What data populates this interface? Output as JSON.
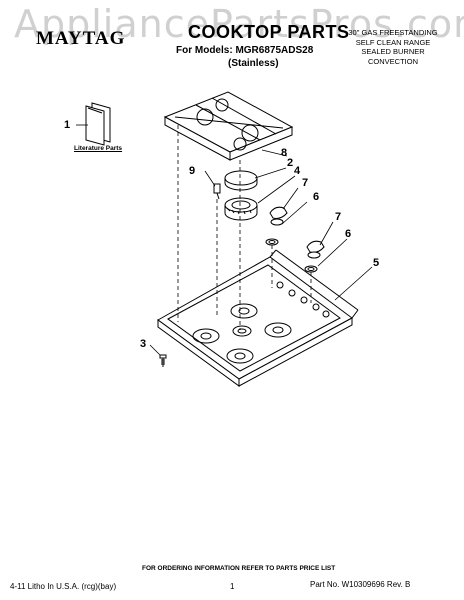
{
  "watermark": "AppliancePartsPros.com",
  "header": {
    "brand": "MAYTAG",
    "title": "COOKTOP PARTS",
    "models": "For Models: MGR6875ADS28",
    "finish": "(Stainless)",
    "description": [
      "30\" GAS FREESTANDING",
      "SELF CLEAN RANGE",
      "SEALED BURNER",
      "CONVECTION"
    ]
  },
  "diagram": {
    "literature_label": "Literature Parts",
    "callouts": [
      "1",
      "2",
      "3",
      "4",
      "5",
      "6",
      "6",
      "7",
      "7",
      "8",
      "9"
    ]
  },
  "footer": {
    "ordering_note": "FOR ORDERING INFORMATION REFER TO PARTS PRICE LIST",
    "litho": "4-11 Litho In U.S.A. (rcg)(bay)",
    "page": "1",
    "part_number": "Part No. W10309696 Rev. B"
  }
}
